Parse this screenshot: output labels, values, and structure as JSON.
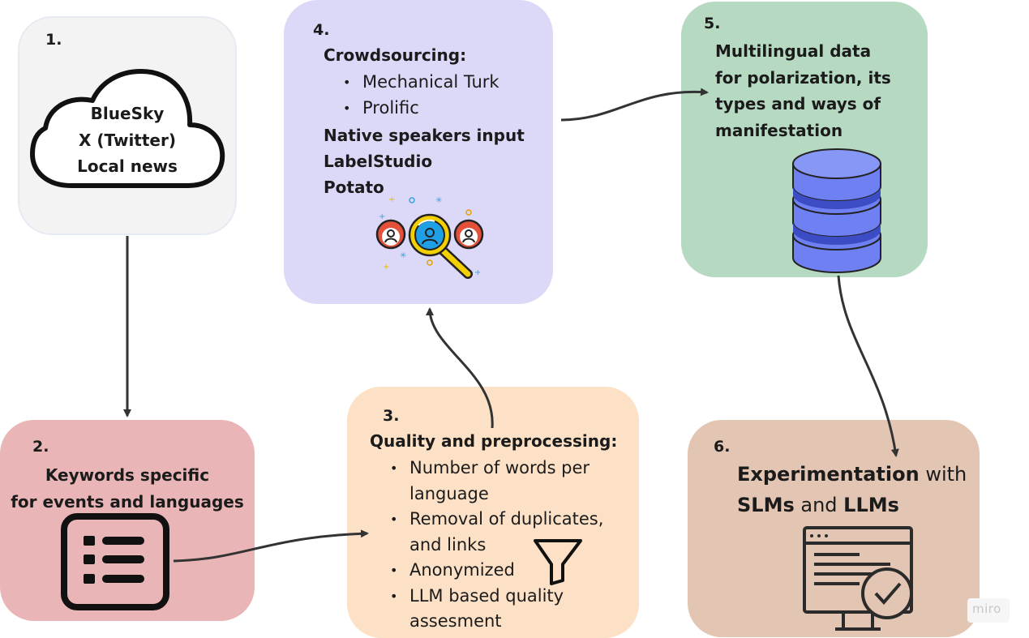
{
  "steps": {
    "s1": {
      "num": "1.",
      "lines": [
        "BlueSky",
        "X (Twitter)",
        "Local news"
      ]
    },
    "s2": {
      "num": "2.",
      "title_line1": "Keywords specific",
      "title_line2": "for events and languages"
    },
    "s3": {
      "num": "3.",
      "title": "Quality and preprocessing:",
      "items": [
        "Number of words per",
        "language",
        "Removal of duplicates,",
        "and links",
        "Anonymized",
        "LLM based quality",
        "assesment"
      ]
    },
    "s4": {
      "num": "4.",
      "title": "Crowdsourcing:",
      "sub_items": [
        "Mechanical Turk",
        "Prolific"
      ],
      "extra": [
        "Native speakers input",
        "LabelStudio",
        "Potato"
      ]
    },
    "s5": {
      "num": "5.",
      "lines": [
        "Multilingual data",
        "for polarization, its",
        "types and ways of",
        "manifestation"
      ]
    },
    "s6": {
      "num": "6.",
      "line1_bold": "Experimentation",
      "line1_rest": " with",
      "line2_a": "SLMs",
      "line2_mid": " and ",
      "line2_b": "LLMs"
    }
  },
  "watermark": "miro",
  "colors": {
    "box1": "#f3f3f4",
    "box2": "#e9b5b6",
    "box3": "#fde1c6",
    "box4": "#dcd8f7",
    "box5": "#b6d9c2",
    "box6": "#e3c5b3",
    "database": "#6e80f2",
    "magnifier": "#f5d000",
    "person": "#e5503a"
  },
  "icons": [
    "cloud-icon",
    "list-icon",
    "funnel-icon",
    "crowd-search-icon",
    "database-icon",
    "monitor-check-icon"
  ]
}
